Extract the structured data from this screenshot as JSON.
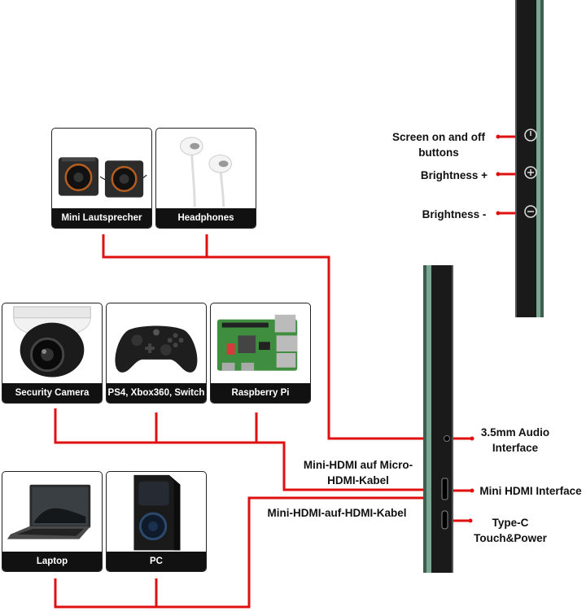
{
  "devices": [
    {
      "id": "speaker",
      "label": "Mini Lautsprecher",
      "icon": "speaker-icon"
    },
    {
      "id": "headphones",
      "label": "Headphones",
      "icon": "headphones-icon"
    },
    {
      "id": "camera",
      "label": "Security Camera",
      "icon": "security-camera-icon"
    },
    {
      "id": "controller",
      "label": "PS4, Xbox360, Switch",
      "icon": "gamepad-icon"
    },
    {
      "id": "raspberry",
      "label": "Raspberry Pi",
      "icon": "raspberry-pi-board-icon"
    },
    {
      "id": "laptop",
      "label": "Laptop",
      "icon": "laptop-icon"
    },
    {
      "id": "pc",
      "label": "PC",
      "icon": "pc-tower-icon"
    }
  ],
  "buttons": {
    "power": [
      "Screen on and off",
      "buttons"
    ],
    "brightness_up": "Brightness +",
    "brightness_down": "Brightness -"
  },
  "ports": {
    "audio": [
      "3.5mm Audio",
      "Interface"
    ],
    "hdmi": "Mini HDMI Interface",
    "typec": [
      "Type-C",
      "Touch&Power"
    ]
  },
  "cables": {
    "micro_hdmi": [
      "Mini-HDMI auf Micro-",
      "HDMI-Kabel"
    ],
    "hdmi": "Mini-HDMI-auf-HDMI-Kabel"
  },
  "colors": {
    "wire": "#e01010",
    "label_bg": "#111111",
    "monitor": "#1a1a1a",
    "glass": "#6f9d88"
  }
}
